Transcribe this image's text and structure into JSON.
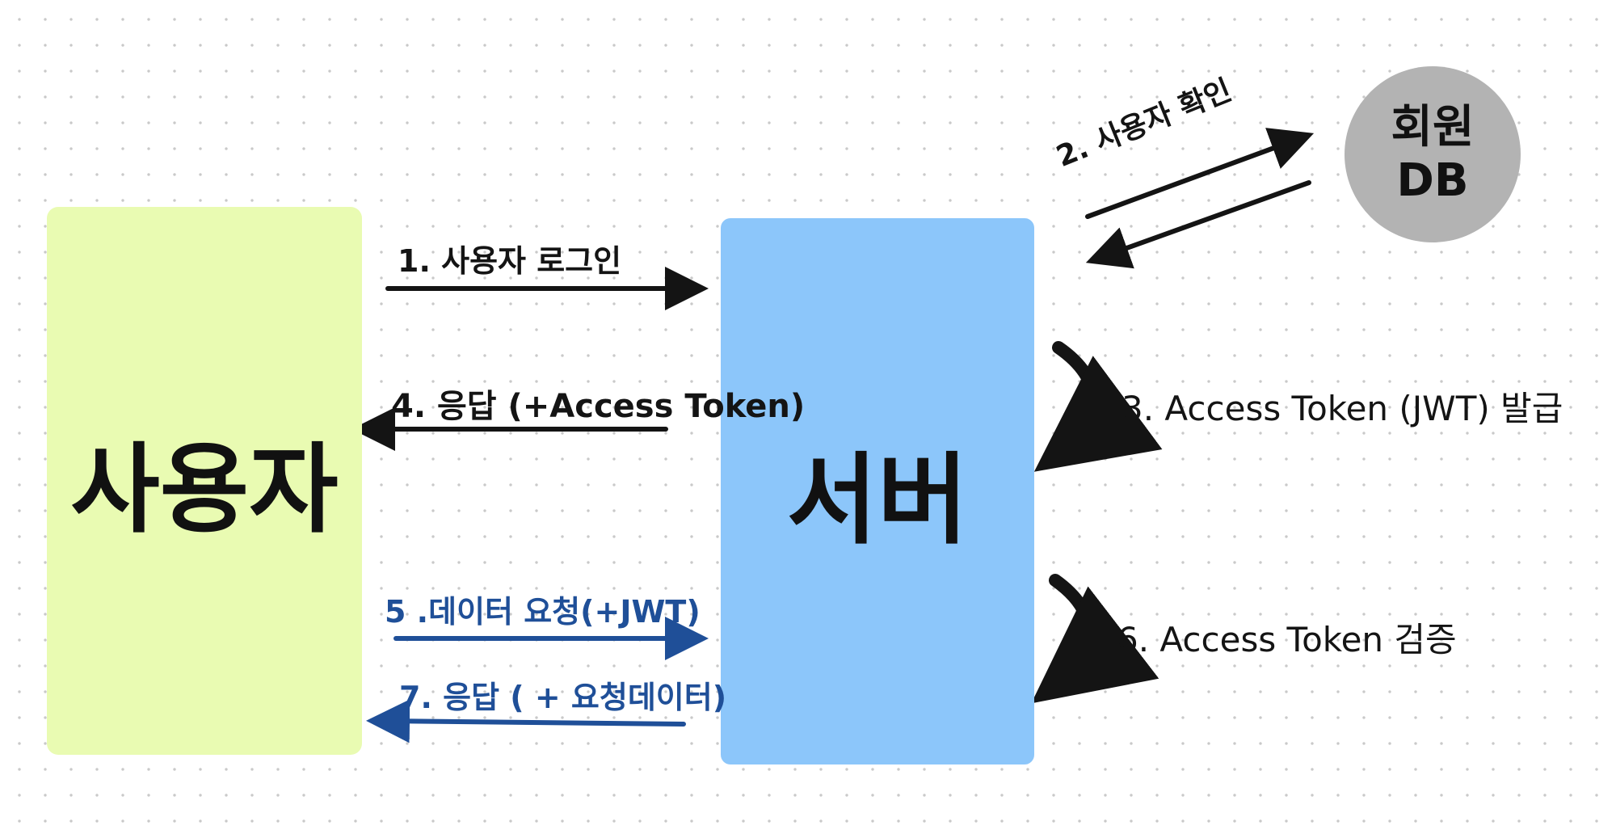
{
  "nodes": {
    "user": {
      "label": "사용자",
      "color": "#e9fbb2"
    },
    "server": {
      "label": "서버",
      "color": "#8cc6fa"
    },
    "db": {
      "line1": "회원",
      "line2": "DB",
      "color": "#b3b3b3"
    }
  },
  "steps": [
    {
      "label": "1. 사용자 로그인"
    },
    {
      "label": "2. 사용자 확인"
    },
    {
      "label": "3. Access Token (JWT) 발급"
    },
    {
      "label": "4. 응답 (+Access Token)"
    },
    {
      "label": "5 .데이터 요청(+JWT)"
    },
    {
      "label": "6. Access Token 검증"
    },
    {
      "label": "7. 응답 ( + 요청데이터)"
    }
  ],
  "colors": {
    "ink": "#141414",
    "request_blue": "#1f4f98"
  }
}
